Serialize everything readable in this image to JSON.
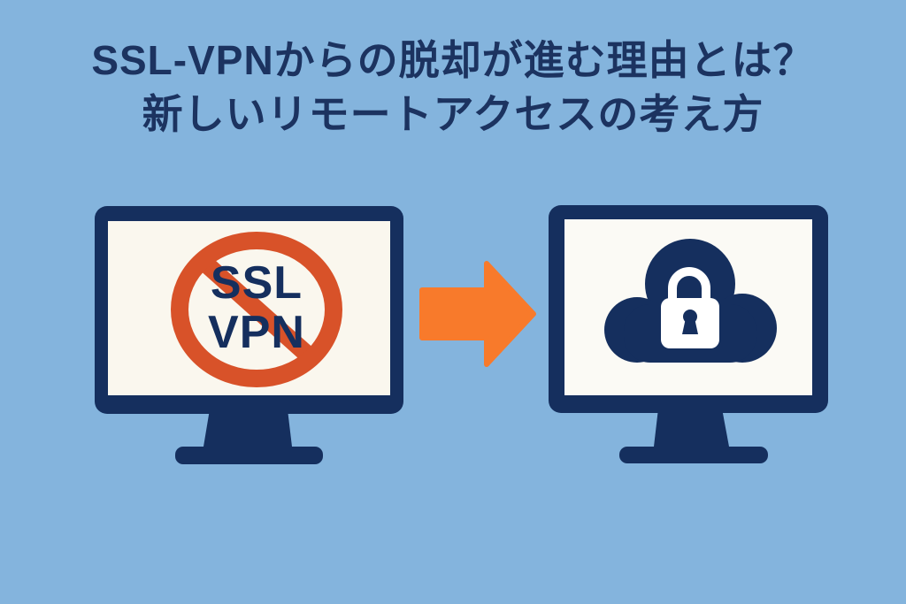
{
  "title": {
    "line1": "SSL-VPNからの脱却が進む理由とは？",
    "line2": "新しいリモートアクセスの考え方"
  },
  "left_monitor": {
    "icon": "no-ssl-vpn-prohibition-sign",
    "screen_label_line1": "SSL",
    "screen_label_line2": "VPN"
  },
  "arrow": {
    "icon": "arrow-right"
  },
  "right_monitor": {
    "icon": "secure-cloud-padlock"
  },
  "colors": {
    "background": "#84B4DD",
    "navy": "#152F5E",
    "title_text": "#1C3360",
    "screen_left": "#FAF7EE",
    "screen_right": "#FBFAF5",
    "prohibition_red": "#D85229",
    "arrow_orange": "#F87A2B",
    "lock_white": "#FFFFFF"
  }
}
